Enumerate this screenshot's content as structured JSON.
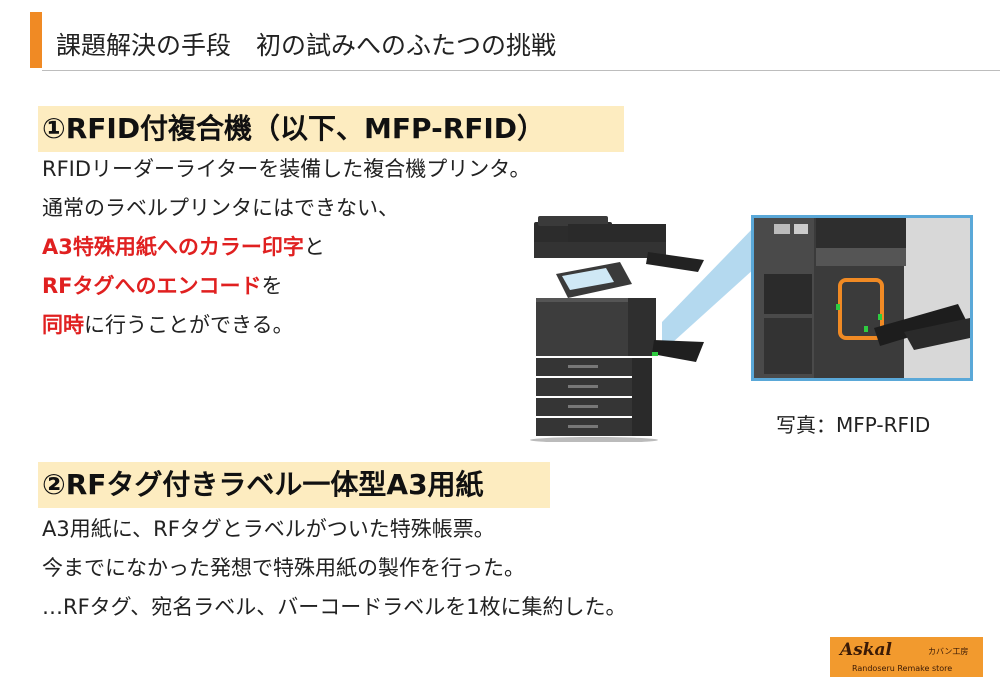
{
  "title": "課題解決の手段　初の試みへのふたつの挑戦",
  "section1": {
    "heading": "①RFID付複合機（以下、MFP-RFID）",
    "line1": "RFIDリーダーライターを装備した複合機プリンタ。",
    "line2": "通常のラベルプリンタにはできない、",
    "line3_red": "A3特殊用紙へのカラー印字",
    "line3_rest": "と",
    "line4_red": "RFタグへのエンコード",
    "line4_rest": "を",
    "line5_red": "同時",
    "line5_rest": "に行うことができる。"
  },
  "photo": {
    "caption": "写真：MFP-RFID"
  },
  "section2": {
    "heading": "②RFタグ付きラベル一体型A3用紙",
    "line1": "A3用紙に、RFタグとラベルがついた特殊帳票。",
    "line2": "今までになかった発想で特殊用紙の製作を行った。",
    "line3": "…RFタグ、宛名ラベル、バーコードラベルを1枚に集約した。"
  },
  "logo": {
    "main": "Askal",
    "jp": "カバン工房",
    "sub": "Randoseru Remake store"
  },
  "colors": {
    "accent": "#f08a24",
    "highlight": "#fdecc0",
    "emphasis": "#e02020",
    "frame": "#5aa8d8"
  }
}
